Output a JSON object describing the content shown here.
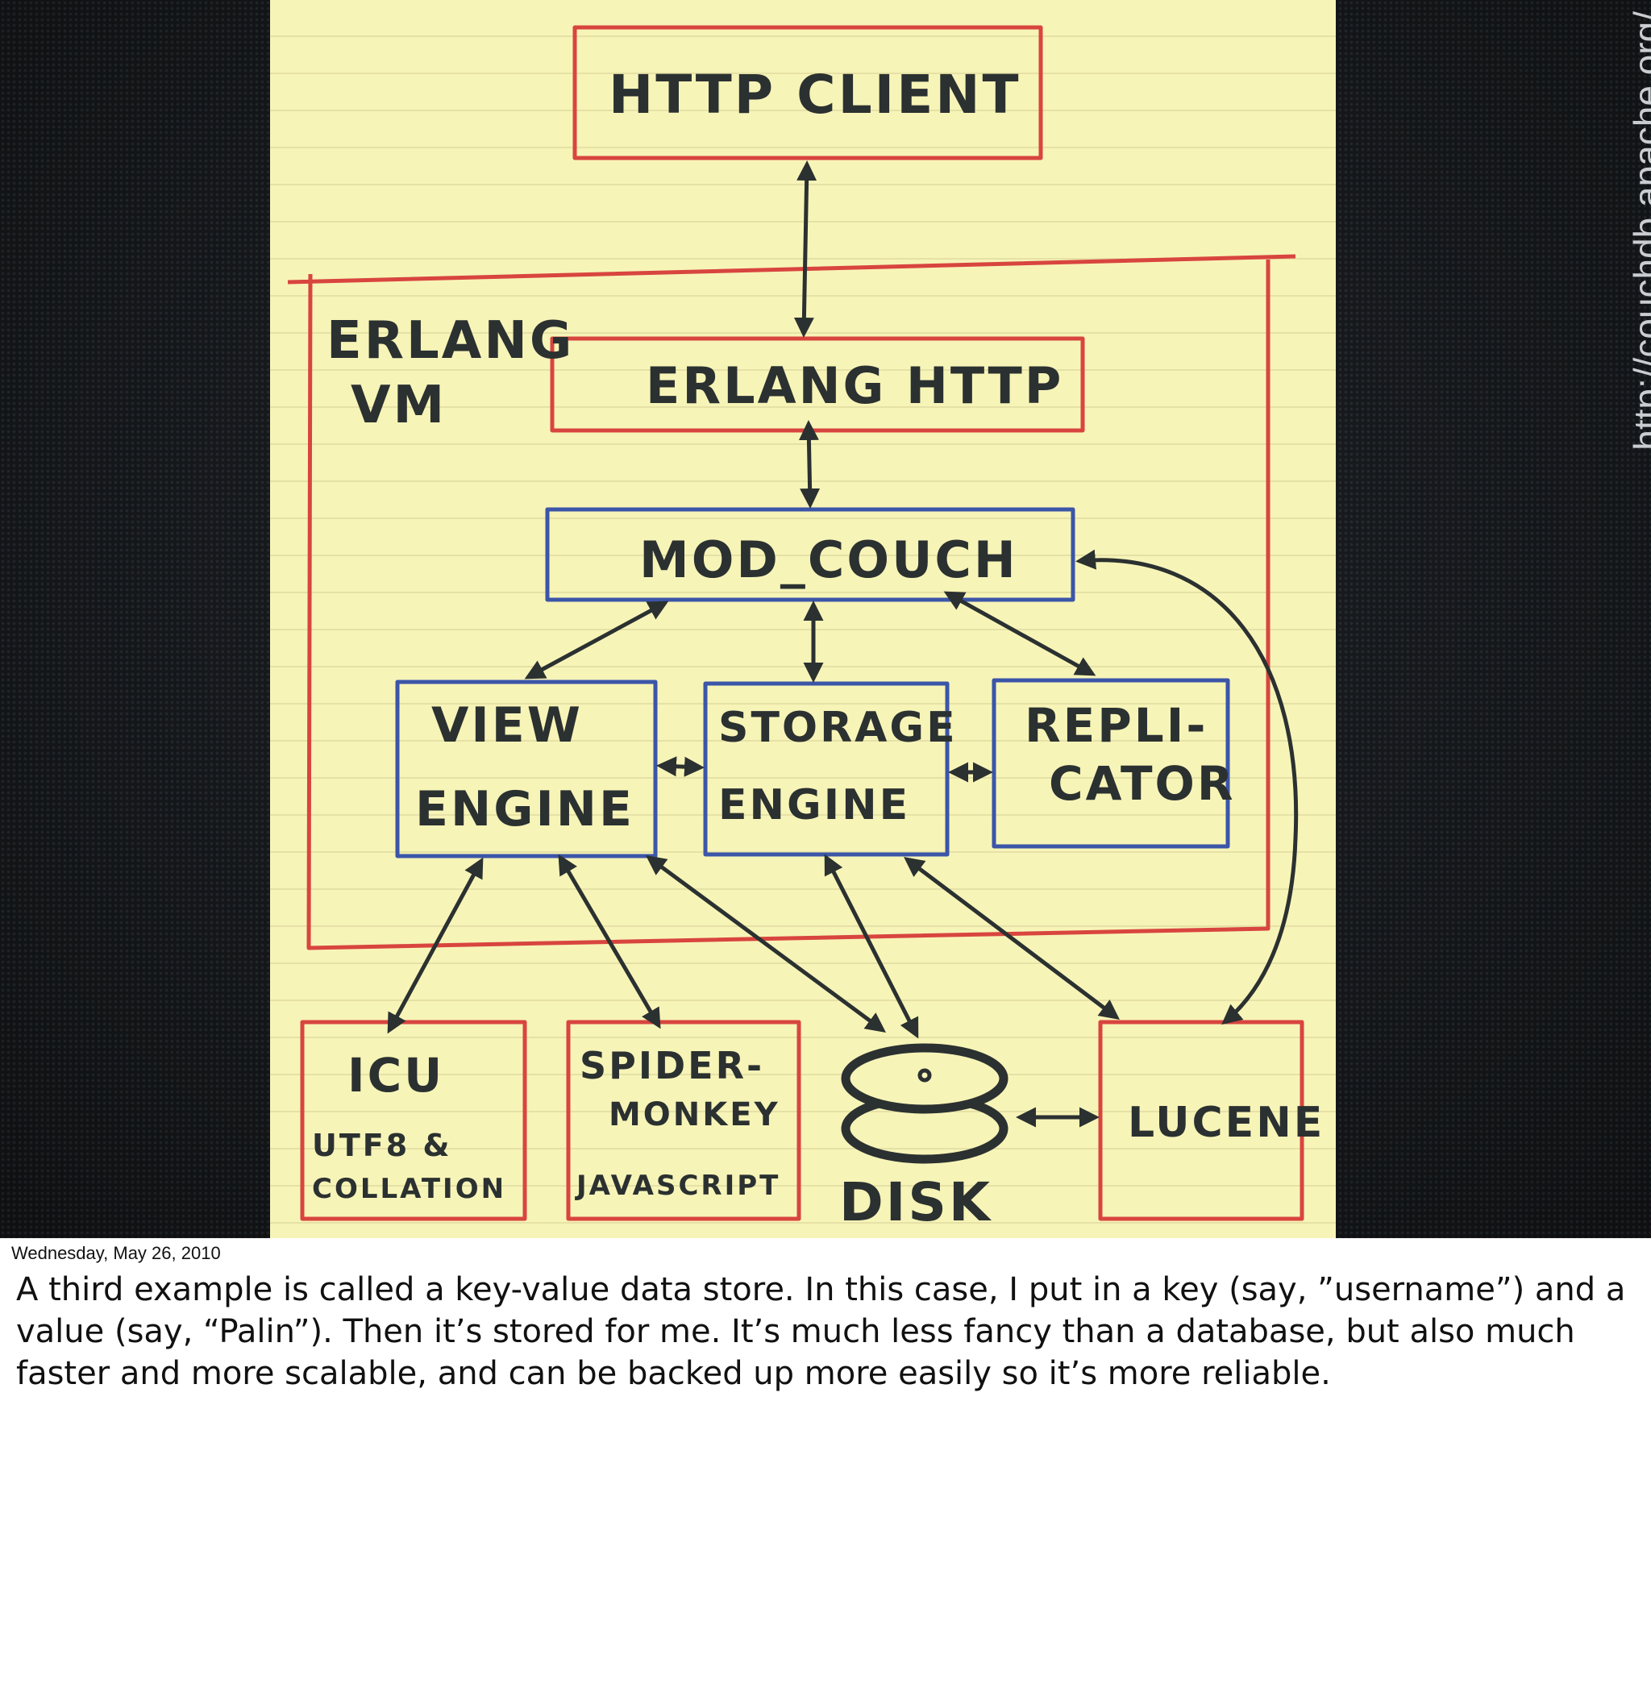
{
  "slide": {
    "url_label": "http://couchdb.apache.org/",
    "diagram": {
      "http_client": "HTTP CLIENT",
      "erlang_vm_line1": "ERLANG",
      "erlang_vm_line2": "VM",
      "erlang_http": "ERLANG HTTP",
      "mod_couch": "MOD_COUCH",
      "view_engine_line1": "VIEW",
      "view_engine_line2": "ENGINE",
      "storage_engine_line1": "STORAGE",
      "storage_engine_line2": "ENGINE",
      "replicator_line1": "REPLI-",
      "replicator_line2": "CATOR",
      "icu_line1": "ICU",
      "icu_line2": "UTF8 &",
      "icu_line3": "COLLATION",
      "spidermonkey_line1": "SPIDER-",
      "spidermonkey_line2": "MONKEY",
      "spidermonkey_line3": "JAVASCRIPT",
      "disk": "DISK",
      "lucene": "LUCENE",
      "colors": {
        "red_box": "#d8453f",
        "blue_box": "#3b55a8",
        "ink": "#2b3130",
        "paper": "#f7f4b8"
      }
    }
  },
  "footer": {
    "date": "Wednesday, May 26, 2010",
    "notes": "A third example is called a key-value data store. In this case, I put in a key (say, ”username”) and a value (say, “Palin”). Then it’s stored for me. It’s much less fancy than a database, but also much faster and more scalable, and can be backed up more easily so it’s more reliable."
  }
}
